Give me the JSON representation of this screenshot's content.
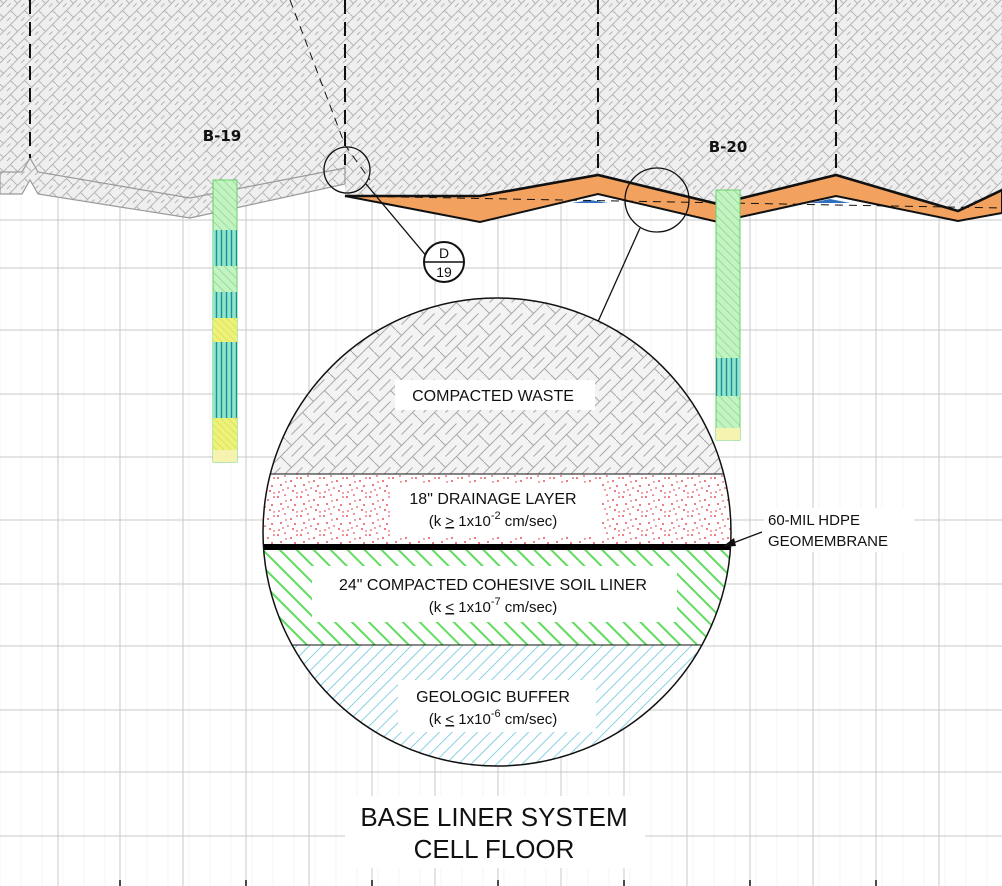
{
  "borings": [
    {
      "id": "B-19"
    },
    {
      "id": "B-20"
    }
  ],
  "detail_callout": {
    "letter": "D",
    "sheet": "19"
  },
  "layers": {
    "compacted_waste": {
      "label": "COMPACTED WASTE"
    },
    "drainage": {
      "label": "18\" DRAINAGE LAYER",
      "k_prefix": "(k ",
      "k_op": ">",
      "k_base": " 1x10",
      "k_exp": "-2",
      "k_unit": "  cm/sec)"
    },
    "soil_liner": {
      "label": "24\" COMPACTED COHESIVE SOIL LINER",
      "k_prefix": "(k ",
      "k_op": "<",
      "k_base": " 1x10",
      "k_exp": "-7",
      "k_unit": "  cm/sec)"
    },
    "geologic_buffer": {
      "label": "GEOLOGIC BUFFER",
      "k_prefix": "(k ",
      "k_op": "<",
      "k_base": " 1x10",
      "k_exp": "-6",
      "k_unit": "  cm/sec)"
    }
  },
  "geomembrane": {
    "line1": "60-MIL HDPE",
    "line2": "GEOMEMBRANE"
  },
  "title": {
    "line1": "BASE LINER SYSTEM",
    "line2": "CELL FLOOR"
  },
  "colors": {
    "grid": "#c8c8c8",
    "waste_fill": "#ececec",
    "waste_hatch": "#b9b9b9",
    "orange_liner": "#f2a15e",
    "blue_drain": "#2f6fc0",
    "green_liner": "#7ee07e",
    "drainage_dots": "#e0202a",
    "buffer_hatch": "#6ec3df",
    "boring_green": "#9be89b",
    "boring_teal": "#2aa6a6",
    "boring_yellow": "#e9ef6a"
  }
}
